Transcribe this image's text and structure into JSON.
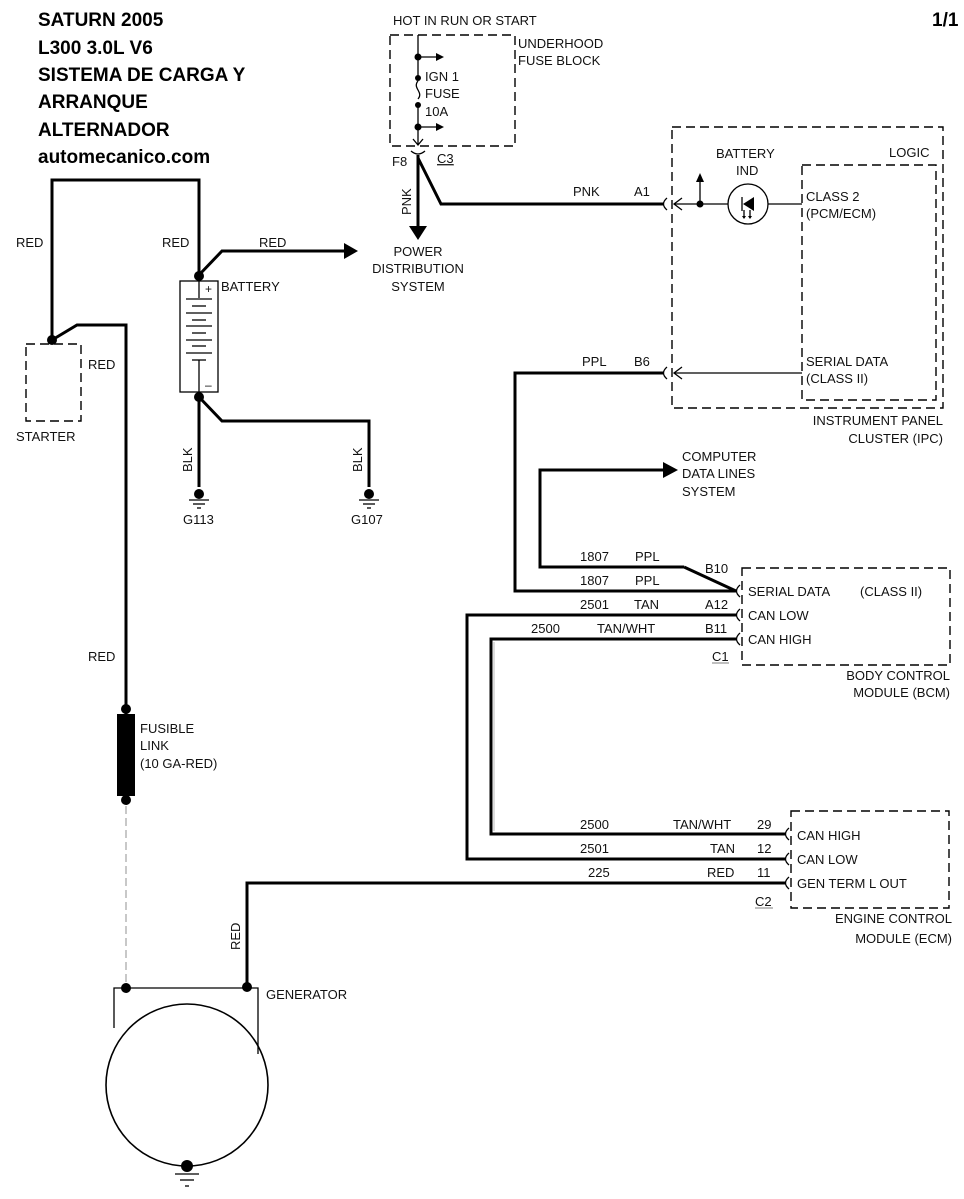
{
  "header": {
    "title_lines": [
      "SATURN 2005",
      "L300  3.0L V6",
      "SISTEMA DE CARGA Y",
      "ARRANQUE",
      "ALTERNADOR",
      "automecanico.com"
    ],
    "page_indicator": "1/1"
  },
  "fuse_block": {
    "supply_label": "HOT IN RUN OR START",
    "name_lines": [
      "UNDERHOOD",
      "FUSE BLOCK"
    ],
    "fuse_lines": [
      "IGN 1",
      "FUSE",
      "10A"
    ],
    "pin": "F8",
    "connector": "C3",
    "wire_down_color": "PNK"
  },
  "power_distribution": {
    "name_lines": [
      "POWER",
      "DISTRIBUTION",
      "SYSTEM"
    ]
  },
  "battery": {
    "label": "BATTERY",
    "plus": "+",
    "minus": "–",
    "wire_labels": {
      "starter_feed": "RED",
      "battery_positive": "RED",
      "to_power_distribution": "RED",
      "starter_to_fusible": "RED",
      "ground_g113": "BLK",
      "ground_g107": "BLK"
    },
    "grounds": [
      "G113",
      "G107"
    ]
  },
  "starter": {
    "label": "STARTER"
  },
  "ipc": {
    "battery_ind_lines": [
      "BATTERY",
      "IND"
    ],
    "logic_label": "LOGIC",
    "class2_lines": [
      "CLASS 2",
      "(PCM/ECM)"
    ],
    "serial_lines": [
      "SERIAL DATA",
      "(CLASS II)"
    ],
    "name_lines": [
      "INSTRUMENT PANEL",
      "CLUSTER (IPC)"
    ],
    "pins": [
      {
        "pin": "A1",
        "color": "PNK"
      },
      {
        "pin": "B6",
        "color": "PPL"
      }
    ]
  },
  "computer_data_lines": {
    "name_lines": [
      "COMPUTER",
      "DATA LINES",
      "SYSTEM"
    ]
  },
  "bcm": {
    "name_lines": [
      "BODY CONTROL",
      "MODULE (BCM)"
    ],
    "connector": "C1",
    "class_label": "(CLASS II)",
    "circuits": [
      {
        "circuit": "1807",
        "color": "PPL",
        "pin": "B10",
        "function": ""
      },
      {
        "circuit": "1807",
        "color": "PPL",
        "pin": "",
        "function": "SERIAL DATA"
      },
      {
        "circuit": "2501",
        "color": "TAN",
        "pin": "A12",
        "function": "CAN LOW"
      },
      {
        "circuit": "2500",
        "color": "TAN/WHT",
        "pin": "B11",
        "function": "CAN HIGH"
      }
    ]
  },
  "fusible_link": {
    "lines": [
      "FUSIBLE",
      "LINK",
      "(10 GA-RED)"
    ],
    "wire_color": "RED"
  },
  "ecm": {
    "name_lines": [
      "ENGINE CONTROL",
      "MODULE (ECM)"
    ],
    "connector": "C2",
    "circuits": [
      {
        "circuit": "2500",
        "color": "TAN/WHT",
        "pin": "29",
        "function": "CAN HIGH"
      },
      {
        "circuit": "2501",
        "color": "TAN",
        "pin": "12",
        "function": "CAN LOW"
      },
      {
        "circuit": "225",
        "color": "RED",
        "pin": "11",
        "function": "GEN TERM L OUT"
      }
    ]
  },
  "generator": {
    "label": "GENERATOR",
    "wire_color": "RED"
  }
}
